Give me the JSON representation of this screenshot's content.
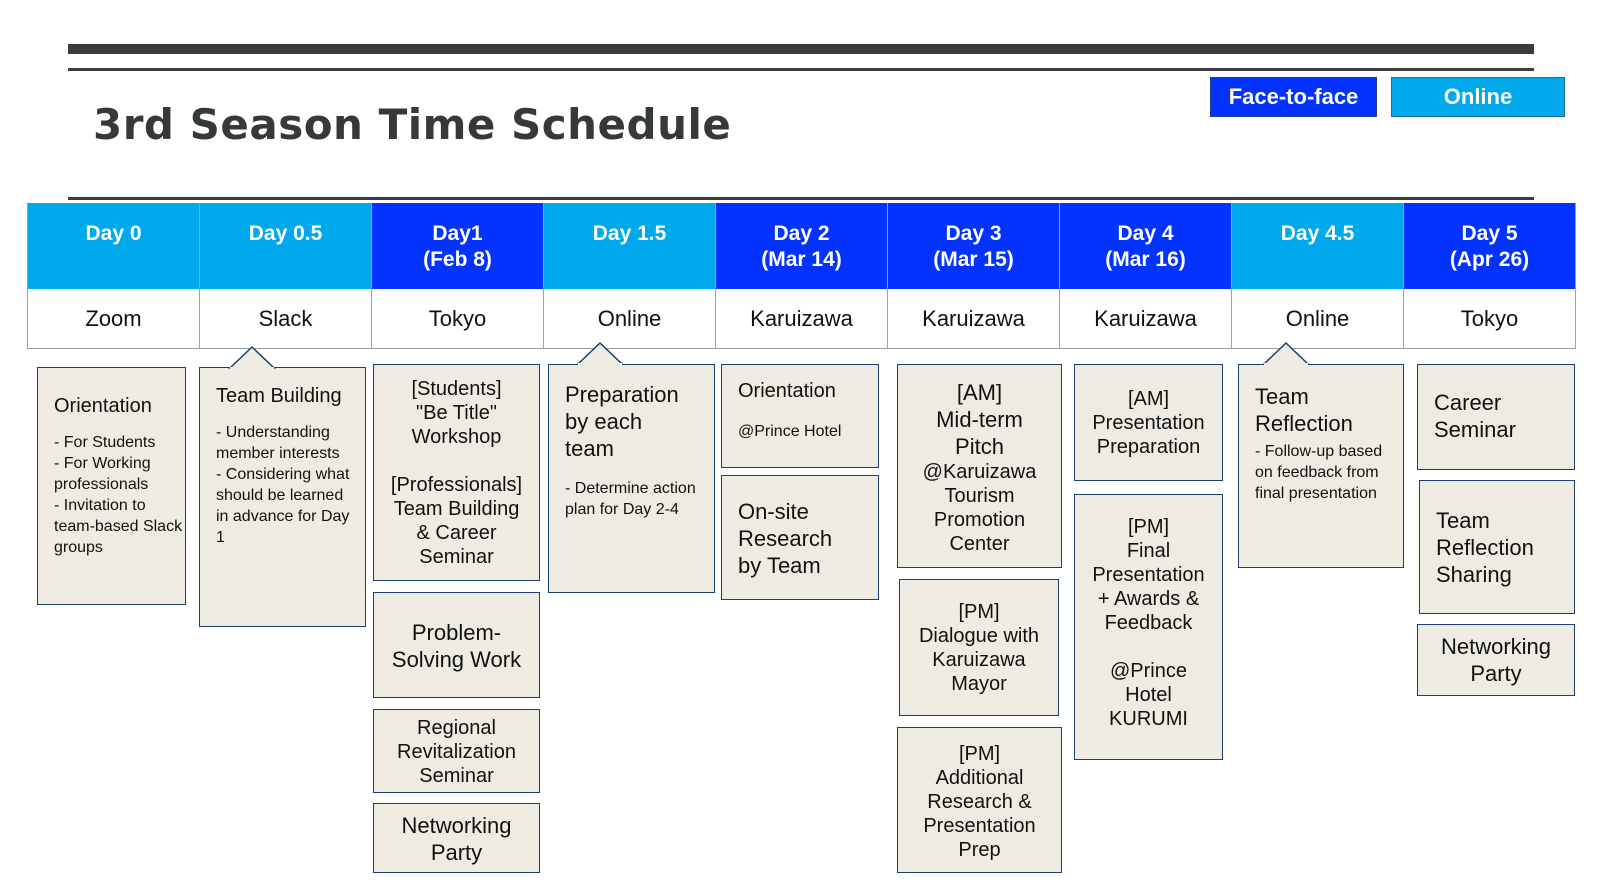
{
  "title": "3rd Season Time Schedule",
  "legend": {
    "face_to_face": "Face-to-face",
    "online": "Online"
  },
  "colors": {
    "face_to_face": "#0433ff",
    "online": "#00a8ec",
    "card_bg": "#eeece2",
    "card_border": "#1c3f6e"
  },
  "days": [
    {
      "label": "Day 0",
      "date": "",
      "mode": "online",
      "location": "Zoom"
    },
    {
      "label": "Day 0.5",
      "date": "",
      "mode": "online",
      "location": "Slack"
    },
    {
      "label": "Day1",
      "date": "(Feb 8)",
      "mode": "f2f",
      "location": "Tokyo"
    },
    {
      "label": "Day 1.5",
      "date": "",
      "mode": "online",
      "location": "Online"
    },
    {
      "label": "Day 2",
      "date": "(Mar 14)",
      "mode": "f2f",
      "location": "Karuizawa"
    },
    {
      "label": "Day 3",
      "date": "(Mar 15)",
      "mode": "f2f",
      "location": "Karuizawa"
    },
    {
      "label": "Day 4",
      "date": "(Mar 16)",
      "mode": "f2f",
      "location": "Karuizawa"
    },
    {
      "label": "Day 4.5",
      "date": "",
      "mode": "online",
      "location": "Online"
    },
    {
      "label": "Day 5",
      "date": "(Apr 26)",
      "mode": "f2f",
      "location": "Tokyo"
    }
  ],
  "cards": {
    "day0_orientation": {
      "title": "Orientation",
      "notes": "- For Students\n- For Working professionals\n- Invitation to team-based Slack groups"
    },
    "day05_team_building": {
      "title": "Team Building",
      "notes": "- Understanding member interests\n- Considering what should be learned in advance for Day 1"
    },
    "day1_workshop": {
      "text": "[Students]\n\"Be Title\"\nWorkshop\n\n[Professionals]\nTeam Building\n& Career\nSeminar"
    },
    "day1_problem_solving": {
      "text": "Problem-\nSolving Work"
    },
    "day1_regional": {
      "text": "Regional\nRevitalization\nSeminar"
    },
    "day1_networking": {
      "text": "Networking\nParty"
    },
    "day15_preparation": {
      "title": "Preparation\nby each\nteam",
      "notes": "- Determine action plan for Day 2-4"
    },
    "day2_orientation": {
      "title": "Orientation",
      "notes": "@Prince Hotel"
    },
    "day2_onsite": {
      "text": "On-site\nResearch\nby Team"
    },
    "day3_midterm": {
      "title": "[AM]\nMid-term\nPitch",
      "notes": "@Karuizawa\nTourism\nPromotion\nCenter"
    },
    "day3_dialogue": {
      "text": "[PM]\nDialogue with\nKaruizawa\nMayor"
    },
    "day3_additional": {
      "text": "[PM]\nAdditional\nResearch &\nPresentation\nPrep"
    },
    "day4_prep": {
      "text": "[AM]\nPresentation\nPreparation"
    },
    "day4_final": {
      "title": "[PM]\nFinal\nPresentation\n+ Awards &\nFeedback",
      "notes": "@Prince\nHotel\nKURUMI"
    },
    "day45_reflection": {
      "title": "Team\nReflection",
      "notes": "- Follow-up based on feedback from final presentation"
    },
    "day5_career": {
      "text": "Career\nSeminar"
    },
    "day5_sharing": {
      "text": "Team\nReflection\nSharing"
    },
    "day5_networking": {
      "text": "Networking\nParty"
    }
  }
}
